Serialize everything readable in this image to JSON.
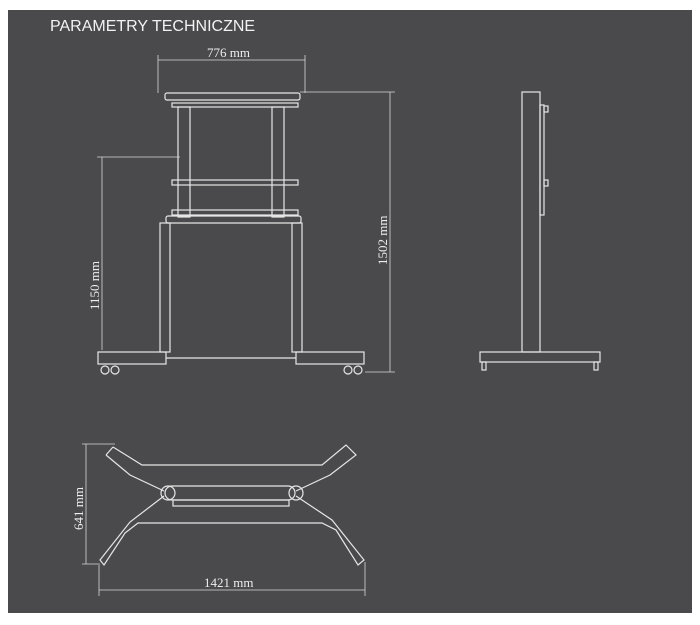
{
  "title": "PARAMETRY TECHNICZNE",
  "dimensions": {
    "width_top": "776  mm",
    "height_total": "1502  mm",
    "height_mount": "1150  mm",
    "base_depth": "641  mm",
    "base_width": "1421  mm"
  },
  "colors": {
    "background": "#4a4a4c",
    "lines": "#e6e6e6"
  }
}
